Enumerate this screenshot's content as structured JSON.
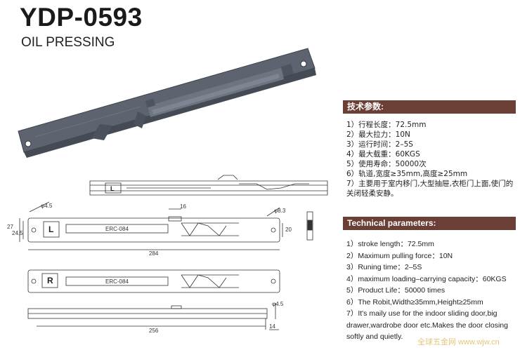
{
  "header": {
    "model": "YDP-0593",
    "subtitle": "OIL PRESSING"
  },
  "drawing": {
    "dim_diameter": "φ4.5",
    "dim_27": "27",
    "dim_24_5": "24.5",
    "dim_16": "16",
    "dim_8_3": "φ8.3",
    "dim_20": "20",
    "dim_284": "284",
    "dim_256": "256",
    "dim_14": "14",
    "dim_4_5b": "φ4.5",
    "label_l": "L",
    "label_r": "R",
    "part_code_top": "ERC-084",
    "part_code_bottom": "ERC-084"
  },
  "tech_cn": {
    "title": "技术参数:",
    "items": [
      "1）行程长度：72.5mm",
      "2）最大拉力：10N",
      "3）运行时间：2–5S",
      "4）最大载重：60KGS",
      "5）使用寿命：50000次",
      "6）轨道,宽度≥35mm,高度≥25mm",
      "7）主要用于室内移门,大型抽屉,衣柜门上面,使门的关闭轻柔安静。"
    ]
  },
  "tech_en": {
    "title": "Technical parameters:",
    "items": [
      "1）stroke length：72.5mm",
      "2）Maximum pulling force：10N",
      "3）Runing time：2–5S",
      "4）maximum loading–carrying capacity：60KGS",
      "5）Product Life：50000 times",
      "6）The Robit,Width≥35mm,Height≥25mm",
      "7）It's maily use for the indoor sliding door,big drawer,wardrobe door etc.Makes the door closing softly and quietly."
    ]
  },
  "watermark": "全球五金网 www.wjw.cn",
  "colors": {
    "header_bar": "#6b3f36",
    "product_body": "#5d6470"
  }
}
